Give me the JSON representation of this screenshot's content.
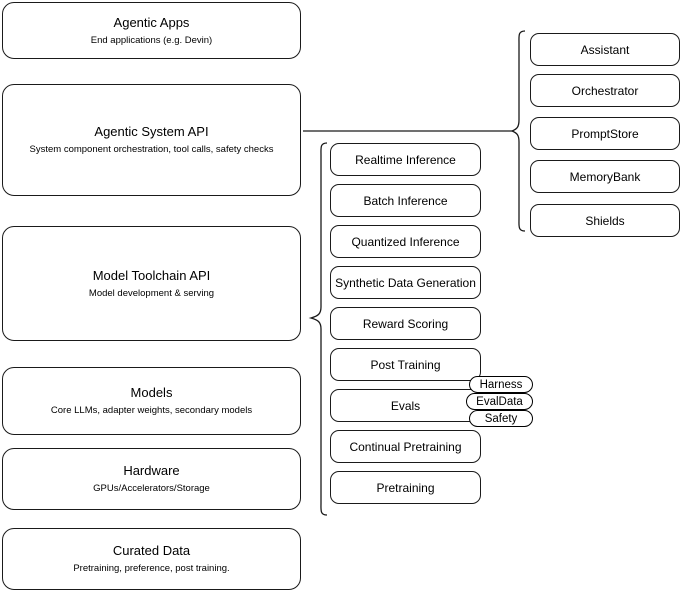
{
  "diagram": {
    "title": "AI stack layers diagram",
    "stroke_color": "#1a1a1a",
    "background_color": "#ffffff"
  },
  "stack_layers": [
    {
      "name": "agentic-apps",
      "title": "Agentic Apps",
      "subtitle": "End applications (e.g. Devin)"
    },
    {
      "name": "agentic-system-api",
      "title": "Agentic System API",
      "subtitle": "System component orchestration, tool calls, safety checks"
    },
    {
      "name": "model-toolchain-api",
      "title": "Model Toolchain API",
      "subtitle": "Model development & serving"
    },
    {
      "name": "models",
      "title": "Models",
      "subtitle": "Core LLMs, adapter weights, secondary models"
    },
    {
      "name": "hardware",
      "title": "Hardware",
      "subtitle": "GPUs/Accelerators/Storage"
    },
    {
      "name": "curated-data",
      "title": "Curated Data",
      "subtitle": "Pretraining, preference, post training."
    }
  ],
  "toolchain_capabilities": [
    {
      "name": "realtime-inference",
      "label": "Realtime Inference"
    },
    {
      "name": "batch-inference",
      "label": "Batch Inference"
    },
    {
      "name": "quantized-inference",
      "label": "Quantized Inference"
    },
    {
      "name": "synthetic-data-generation",
      "label": "Synthetic Data Generation"
    },
    {
      "name": "reward-scoring",
      "label": "Reward Scoring"
    },
    {
      "name": "post-training",
      "label": "Post Training"
    },
    {
      "name": "evals",
      "label": "Evals"
    },
    {
      "name": "continual-pretraining",
      "label": "Continual Pretraining"
    },
    {
      "name": "pretraining",
      "label": "Pretraining"
    }
  ],
  "eval_tags": [
    {
      "name": "harness",
      "label": "Harness"
    },
    {
      "name": "evaldata",
      "label": "EvalData"
    },
    {
      "name": "safety",
      "label": "Safety"
    }
  ],
  "system_components": [
    {
      "name": "assistant",
      "label": "Assistant"
    },
    {
      "name": "orchestrator",
      "label": "Orchestrator"
    },
    {
      "name": "promptstore",
      "label": "PromptStore"
    },
    {
      "name": "memorybank",
      "label": "MemoryBank"
    },
    {
      "name": "shields",
      "label": "Shields"
    }
  ]
}
